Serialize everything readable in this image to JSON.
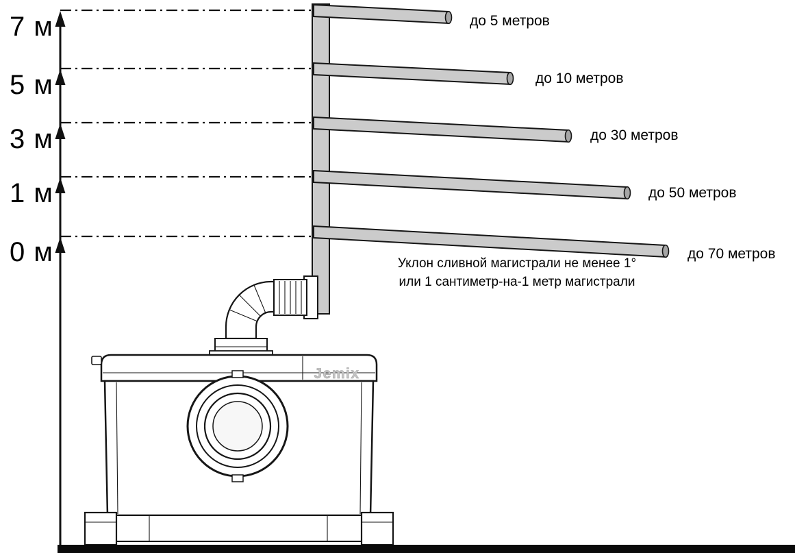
{
  "diagram": {
    "type": "pump-head-vs-distance-diagram",
    "brand": "Jemix",
    "levels": [
      {
        "height_label": "7 м",
        "height_m": 7,
        "pipe_label": "до 5 метров",
        "max_distance_m": 5
      },
      {
        "height_label": "5 м",
        "height_m": 5,
        "pipe_label": "до 10 метров",
        "max_distance_m": 10
      },
      {
        "height_label": "3 м",
        "height_m": 3,
        "pipe_label": "до 30 метров",
        "max_distance_m": 30
      },
      {
        "height_label": "1 м",
        "height_m": 1,
        "pipe_label": "до 50 метров",
        "max_distance_m": 50
      },
      {
        "height_label": "0 м",
        "height_m": 0,
        "pipe_label": "до 70 метров",
        "max_distance_m": 70
      }
    ],
    "note": {
      "line1": "Уклон сливной магистрали не менее 1°",
      "line2": "или 1 сантиметр-на-1 метр магистрали"
    },
    "colors": {
      "pipe_fill": "#cbcbcb",
      "pipe_end": "#a6a6a6",
      "line_stroke": "#111111",
      "brand_gray": "#c4c4c4",
      "background": "#ffffff"
    }
  }
}
